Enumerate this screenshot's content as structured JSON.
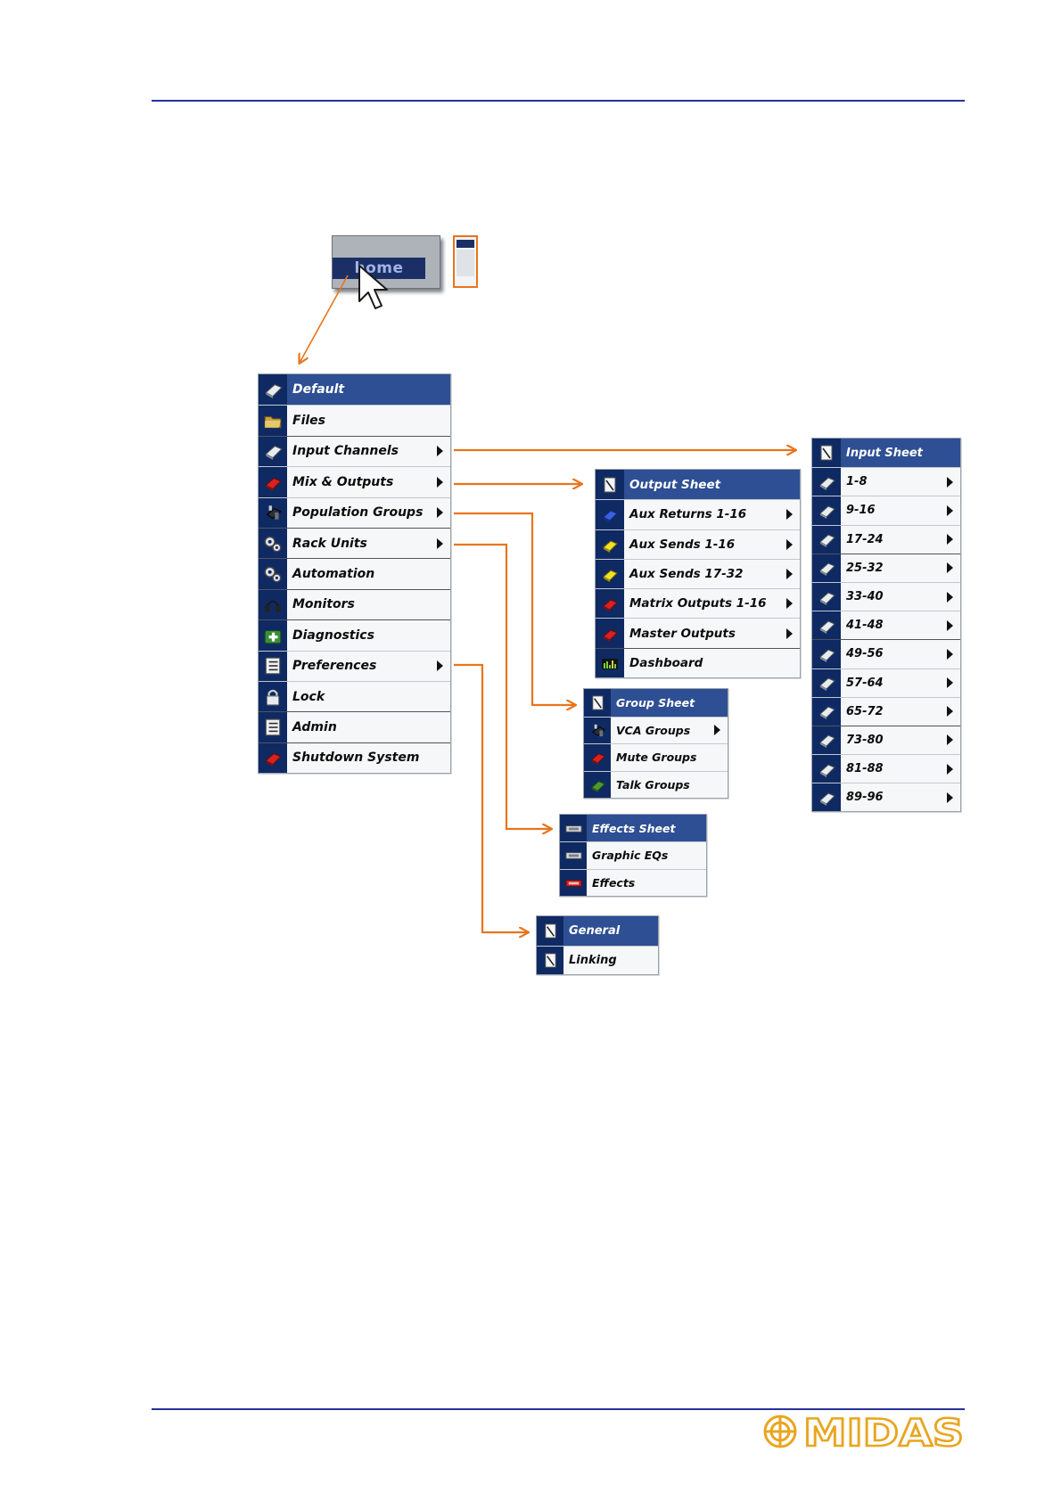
{
  "home_button": {
    "label": "home"
  },
  "main_menu": {
    "items": [
      {
        "label": "Default",
        "icon": "channel-strip-icon",
        "header": true,
        "submenu": false
      },
      {
        "label": "Files",
        "icon": "folder-icon",
        "submenu": false
      },
      {
        "label": "Input Channels",
        "icon": "channel-strip-icon",
        "submenu": true
      },
      {
        "label": "Mix & Outputs",
        "icon": "red-fader-icon",
        "submenu": true
      },
      {
        "label": "Population Groups",
        "icon": "group-fader-icon",
        "submenu": true
      },
      {
        "label": "Rack Units",
        "icon": "gears-icon",
        "submenu": true
      },
      {
        "label": "Automation",
        "icon": "gears-icon",
        "submenu": false
      },
      {
        "label": "Monitors",
        "icon": "headphones-icon",
        "submenu": false
      },
      {
        "label": "Diagnostics",
        "icon": "first-aid-icon",
        "submenu": false
      },
      {
        "label": "Preferences",
        "icon": "list-icon",
        "submenu": true
      },
      {
        "label": "Lock",
        "icon": "padlock-icon",
        "submenu": false
      },
      {
        "label": "Admin",
        "icon": "list-icon",
        "submenu": false
      },
      {
        "label": "Shutdown System",
        "icon": "red-fader-icon",
        "submenu": false
      }
    ]
  },
  "input_menu": {
    "items": [
      {
        "label": "Input Sheet",
        "icon": "sheet-icon",
        "header": true,
        "submenu": false
      },
      {
        "label": "1-8",
        "icon": "channel-strip-icon",
        "submenu": true
      },
      {
        "label": "9-16",
        "icon": "channel-strip-icon",
        "submenu": true
      },
      {
        "label": "17-24",
        "icon": "channel-strip-icon",
        "submenu": true
      },
      {
        "label": "25-32",
        "icon": "channel-strip-icon",
        "submenu": true
      },
      {
        "label": "33-40",
        "icon": "channel-strip-icon",
        "submenu": true
      },
      {
        "label": "41-48",
        "icon": "channel-strip-icon",
        "submenu": true
      },
      {
        "label": "49-56",
        "icon": "channel-strip-icon",
        "submenu": true
      },
      {
        "label": "57-64",
        "icon": "channel-strip-icon",
        "submenu": true
      },
      {
        "label": "65-72",
        "icon": "channel-strip-icon",
        "submenu": true
      },
      {
        "label": "73-80",
        "icon": "channel-strip-icon",
        "submenu": true
      },
      {
        "label": "81-88",
        "icon": "channel-strip-icon",
        "submenu": true
      },
      {
        "label": "89-96",
        "icon": "channel-strip-icon",
        "submenu": true
      }
    ]
  },
  "output_menu": {
    "items": [
      {
        "label": "Output Sheet",
        "icon": "sheet-icon",
        "header": true,
        "submenu": false
      },
      {
        "label": "Aux Returns 1-16",
        "icon": "blue-fader-icon",
        "submenu": true
      },
      {
        "label": "Aux Sends 1-16",
        "icon": "yellow-fader-icon",
        "submenu": true
      },
      {
        "label": "Aux Sends 17-32",
        "icon": "yellow-fader-icon",
        "submenu": true
      },
      {
        "label": "Matrix Outputs 1-16",
        "icon": "red-fader-icon",
        "submenu": true
      },
      {
        "label": "Master Outputs",
        "icon": "red-fader-icon",
        "submenu": true
      },
      {
        "label": "Dashboard",
        "icon": "meter-icon",
        "submenu": false
      }
    ]
  },
  "group_menu": {
    "items": [
      {
        "label": "Group Sheet",
        "icon": "sheet-icon",
        "header": true,
        "submenu": false
      },
      {
        "label": "VCA Groups",
        "icon": "group-fader-icon",
        "submenu": true
      },
      {
        "label": "Mute Groups",
        "icon": "red-fader-icon",
        "submenu": false
      },
      {
        "label": "Talk Groups",
        "icon": "green-fader-icon",
        "submenu": false
      }
    ]
  },
  "effects_menu": {
    "items": [
      {
        "label": "Effects Sheet",
        "icon": "rack-unit-icon",
        "header": true,
        "submenu": false
      },
      {
        "label": "Graphic EQs",
        "icon": "rack-unit-icon",
        "submenu": false
      },
      {
        "label": "Effects",
        "icon": "red-rack-unit-icon",
        "submenu": false
      }
    ]
  },
  "prefs_menu": {
    "items": [
      {
        "label": "General",
        "icon": "sheet-icon",
        "header": true,
        "submenu": false
      },
      {
        "label": "Linking",
        "icon": "sheet-icon",
        "submenu": false
      }
    ]
  },
  "colors": {
    "rule": "#27319a",
    "menu_gutter": "#0f2a63",
    "menu_header": "#2e4f93",
    "connector": "#e8741c",
    "logo": "#e9a51f"
  },
  "logo": {
    "text": "MIDAS"
  }
}
